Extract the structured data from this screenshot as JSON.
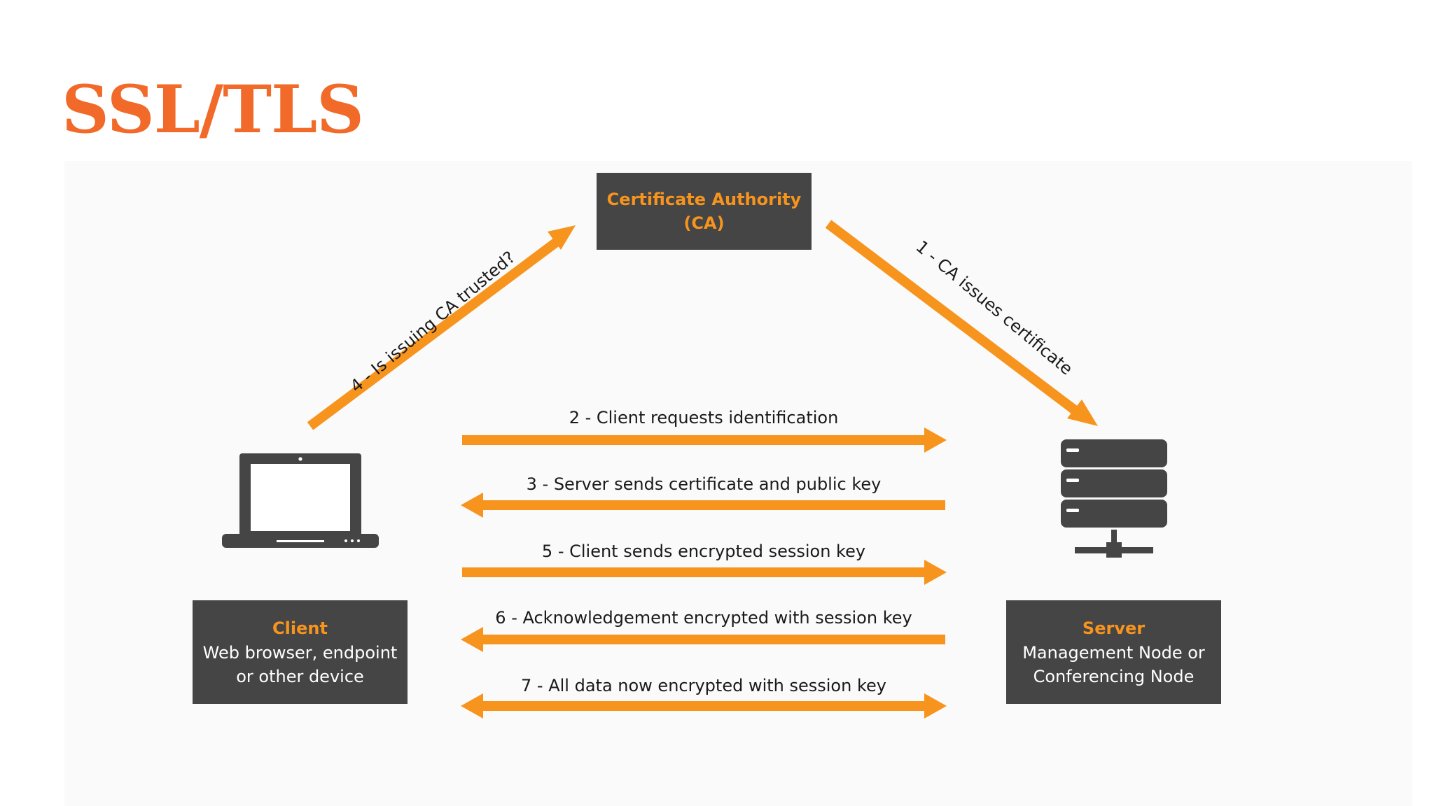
{
  "title": "SSL/TLS",
  "colors": {
    "title": "#f26a2a",
    "arrow": "#f7941d",
    "box": "#454545",
    "box_title": "#f7941d",
    "icon": "#454545"
  },
  "nodes": {
    "ca": {
      "title": "Certificate Authority",
      "sub": "(CA)"
    },
    "client": {
      "title": "Client",
      "lines": [
        "Web browser, endpoint",
        "or other device"
      ]
    },
    "server": {
      "title": "Server",
      "lines": [
        "Management Node or",
        "Conferencing Node"
      ]
    }
  },
  "steps": [
    {
      "label": "1 - CA issues certificate"
    },
    {
      "label": "2 - Client requests identification"
    },
    {
      "label": "3 - Server sends certificate and public key"
    },
    {
      "label": "4 - Is issuing CA trusted?"
    },
    {
      "label": "5 - Client sends encrypted session key"
    },
    {
      "label": "6 - Acknowledgement encrypted with session key"
    },
    {
      "label": "7 - All data now encrypted with session key"
    }
  ],
  "icons": {
    "client": "laptop-icon",
    "server": "server-rack-icon"
  }
}
